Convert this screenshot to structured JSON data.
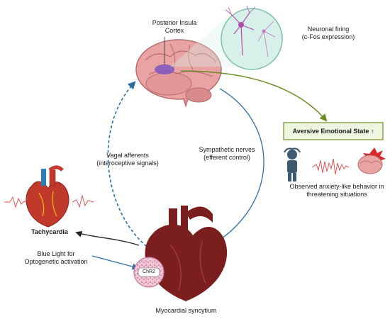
{
  "brain": {
    "region_line1": "Posterior Insula",
    "region_line2": "Cortex"
  },
  "neuron": {
    "line1": "Neuronal firing",
    "line2": "(c-Fos expression)"
  },
  "emotion": {
    "box_label": "Aversive Emotional State ↑",
    "observed_line1": "Observed anxiety-like behavior in",
    "observed_line2": "threatening situations"
  },
  "pathways": {
    "vagal_line1": "Vagal afferents",
    "vagal_line2": "(interoceptive signals)",
    "sympathetic_line1": "Sympathetic nerves",
    "sympathetic_line2": "(efferent control)"
  },
  "tachycardia": {
    "label": "Tachycardia"
  },
  "optogenetics": {
    "line1": "Blue Light for",
    "line2": "Optogenetic activation",
    "tag": "ChR2"
  },
  "heart": {
    "label": "Myocardial syncytium"
  },
  "colors": {
    "vagal_arrow": "#2e6da4",
    "sympathetic_arrow": "#2e6da4",
    "emotion_arrow": "#6b8e23",
    "emotion_box_fill": "#eef6e0",
    "emotion_box_border": "#6b8e23",
    "heart_dark": "#7a1e1e",
    "brain_pink": "#e9a3a3",
    "insula_purple": "#7e57c2",
    "neuron_circle": "#d7f0ea"
  }
}
